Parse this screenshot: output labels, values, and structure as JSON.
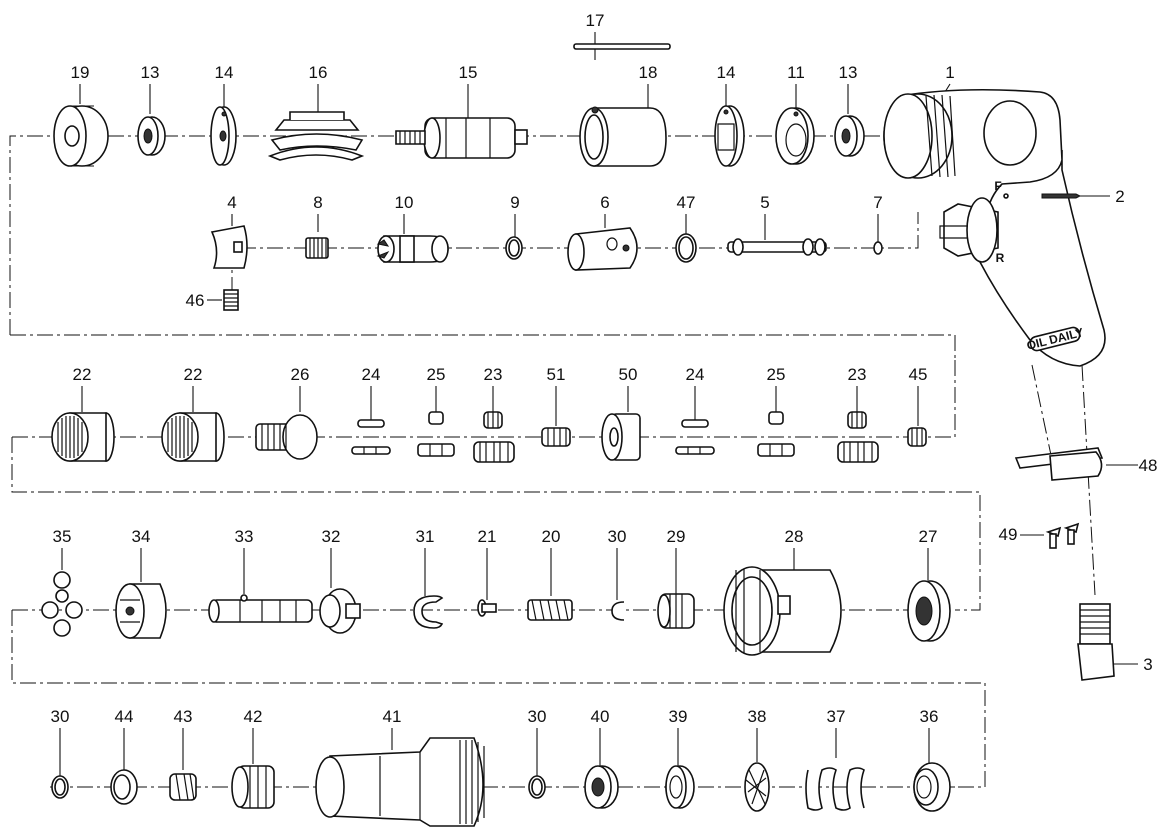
{
  "diagram": {
    "brand_label": "OIL DAILY",
    "switch_forward": "F",
    "switch_reverse": "R",
    "callouts": [
      {
        "id": "p19",
        "label": "19"
      },
      {
        "id": "p13a",
        "label": "13"
      },
      {
        "id": "p14a",
        "label": "14"
      },
      {
        "id": "p16",
        "label": "16"
      },
      {
        "id": "p15",
        "label": "15"
      },
      {
        "id": "p17",
        "label": "17"
      },
      {
        "id": "p18",
        "label": "18"
      },
      {
        "id": "p14b",
        "label": "14"
      },
      {
        "id": "p11",
        "label": "11"
      },
      {
        "id": "p13b",
        "label": "13"
      },
      {
        "id": "p1",
        "label": "1"
      },
      {
        "id": "p2",
        "label": "2"
      },
      {
        "id": "p4",
        "label": "4"
      },
      {
        "id": "p8",
        "label": "8"
      },
      {
        "id": "p10",
        "label": "10"
      },
      {
        "id": "p9",
        "label": "9"
      },
      {
        "id": "p6",
        "label": "6"
      },
      {
        "id": "p47",
        "label": "47"
      },
      {
        "id": "p5",
        "label": "5"
      },
      {
        "id": "p7",
        "label": "7"
      },
      {
        "id": "p46",
        "label": "46"
      },
      {
        "id": "p22a",
        "label": "22"
      },
      {
        "id": "p22b",
        "label": "22"
      },
      {
        "id": "p26",
        "label": "26"
      },
      {
        "id": "p24a",
        "label": "24"
      },
      {
        "id": "p25a",
        "label": "25"
      },
      {
        "id": "p23a",
        "label": "23"
      },
      {
        "id": "p51",
        "label": "51"
      },
      {
        "id": "p50",
        "label": "50"
      },
      {
        "id": "p24b",
        "label": "24"
      },
      {
        "id": "p25b",
        "label": "25"
      },
      {
        "id": "p23b",
        "label": "23"
      },
      {
        "id": "p45",
        "label": "45"
      },
      {
        "id": "p48",
        "label": "48"
      },
      {
        "id": "p49",
        "label": "49"
      },
      {
        "id": "p35",
        "label": "35"
      },
      {
        "id": "p34",
        "label": "34"
      },
      {
        "id": "p33",
        "label": "33"
      },
      {
        "id": "p32",
        "label": "32"
      },
      {
        "id": "p31",
        "label": "31"
      },
      {
        "id": "p21",
        "label": "21"
      },
      {
        "id": "p20",
        "label": "20"
      },
      {
        "id": "p30a",
        "label": "30"
      },
      {
        "id": "p29",
        "label": "29"
      },
      {
        "id": "p28",
        "label": "28"
      },
      {
        "id": "p27",
        "label": "27"
      },
      {
        "id": "p3",
        "label": "3"
      },
      {
        "id": "p30b",
        "label": "30"
      },
      {
        "id": "p44",
        "label": "44"
      },
      {
        "id": "p43",
        "label": "43"
      },
      {
        "id": "p42",
        "label": "42"
      },
      {
        "id": "p41",
        "label": "41"
      },
      {
        "id": "p30c",
        "label": "30"
      },
      {
        "id": "p40",
        "label": "40"
      },
      {
        "id": "p39",
        "label": "39"
      },
      {
        "id": "p38",
        "label": "38"
      },
      {
        "id": "p37",
        "label": "37"
      },
      {
        "id": "p36",
        "label": "36"
      }
    ]
  }
}
